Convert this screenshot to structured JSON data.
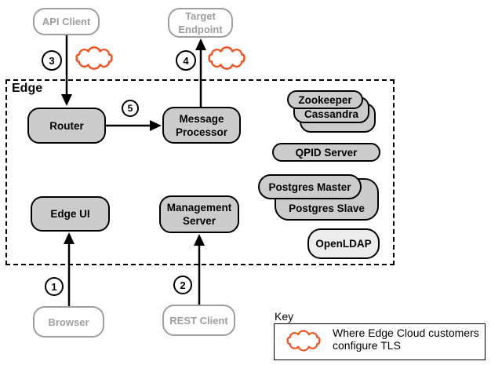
{
  "diagram": {
    "edge_container_label": "Edge",
    "nodes": {
      "api_client": {
        "label": "API Client"
      },
      "target_endpoint": {
        "line1": "Target",
        "line2": "Endpoint"
      },
      "router": {
        "label": "Router"
      },
      "message_processor": {
        "line1": "Message",
        "line2": "Processor"
      },
      "zookeeper": {
        "label": "Zookeeper"
      },
      "cassandra": {
        "label": "Cassandra"
      },
      "qpid_server": {
        "label": "QPID Server"
      },
      "postgres_master": {
        "label": "Postgres Master"
      },
      "postgres_slave": {
        "label": "Postgres Slave"
      },
      "openldap": {
        "label": "OpenLDAP"
      },
      "edge_ui": {
        "label": "Edge UI"
      },
      "management_server": {
        "line1": "Management",
        "line2": "Server"
      },
      "browser": {
        "label": "Browser"
      },
      "rest_client": {
        "label": "REST Client"
      }
    },
    "badges": {
      "b1": "1",
      "b2": "2",
      "b3": "3",
      "b4": "4",
      "b5": "5"
    },
    "key": {
      "title": "Key",
      "item_line1": "Where Edge Cloud customers",
      "item_line2": "configure TLS"
    },
    "colors": {
      "component_fill": "#cccccc",
      "openldap_fill": "#ececec",
      "border_black": "#000000",
      "external_gray": "#9e9e9e",
      "tls_cloud_orange": "#f4511e"
    }
  }
}
